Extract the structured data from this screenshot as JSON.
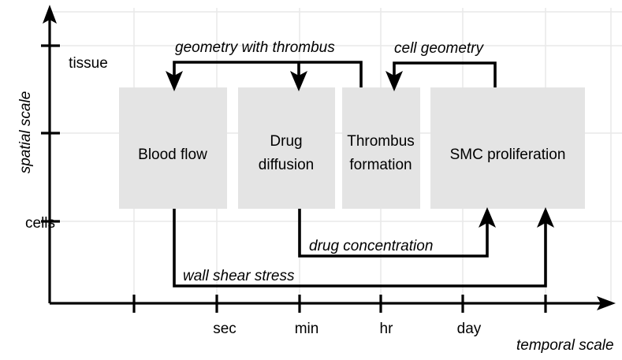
{
  "figure": {
    "type": "diagram",
    "subtype": "multiscale-model-coupling-map",
    "background_color": "#ffffff",
    "box_fill_color": "#e4e4e4",
    "line_color": "#000000",
    "grid_color": "#e9e9e9"
  },
  "axes": {
    "y": {
      "title": "spatial scale",
      "tick_labels": [
        "tissue",
        "cells"
      ],
      "arrow": "up"
    },
    "x": {
      "title": "temporal scale",
      "tick_labels": [
        "sec",
        "min",
        "hr",
        "day"
      ],
      "arrow": "right"
    }
  },
  "boxes": [
    {
      "label_line1": "Blood flow",
      "label_line2": ""
    },
    {
      "label_line1": "Drug",
      "label_line2": "diffusion"
    },
    {
      "label_line1": "Thrombus",
      "label_line2": "formation"
    },
    {
      "label_line1": "SMC proliferation",
      "label_line2": ""
    }
  ],
  "connections": [
    {
      "label": "geometry with thrombus",
      "from": "Thrombus formation",
      "to": [
        "Blood flow",
        "Drug diffusion"
      ]
    },
    {
      "label": "cell geometry",
      "from": "SMC proliferation",
      "to": [
        "Thrombus formation"
      ]
    },
    {
      "label": "drug concentration",
      "from": "Drug diffusion",
      "to": [
        "SMC proliferation"
      ]
    },
    {
      "label": "wall shear stress",
      "from": "Blood flow",
      "to": [
        "SMC proliferation"
      ]
    }
  ]
}
